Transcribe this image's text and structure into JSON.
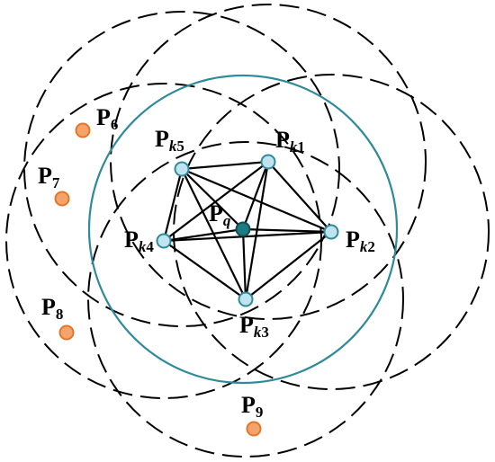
{
  "colors": {
    "background": "#ffffff",
    "dashed_circle": "#000000",
    "solid_circle": "#2f8a9a",
    "edge": "#000000",
    "neighbor_fill": "#bfe3ef",
    "neighbor_stroke": "#2f8a9a",
    "query_fill": "#1f7a82",
    "query_stroke": "#0f4f55",
    "outside_fill": "#f4a46b",
    "outside_stroke": "#e2762a"
  },
  "points": {
    "pk1": {
      "base": "P",
      "sub_italic": "k",
      "sub_rest": "1"
    },
    "pk2": {
      "base": "P",
      "sub_italic": "k",
      "sub_rest": "2"
    },
    "pk3": {
      "base": "P",
      "sub_italic": "k",
      "sub_rest": "3"
    },
    "pk4": {
      "base": "P",
      "sub_italic": "k",
      "sub_rest": "4"
    },
    "pk5": {
      "base": "P",
      "sub_italic": "k",
      "sub_rest": "5"
    },
    "pq": {
      "base": "P",
      "sub_italic": "q",
      "sub_rest": ""
    },
    "p6": {
      "base": "P",
      "sub_italic": "",
      "sub_rest": "6"
    },
    "p7": {
      "base": "P",
      "sub_italic": "",
      "sub_rest": "7"
    },
    "p8": {
      "base": "P",
      "sub_italic": "",
      "sub_rest": "8"
    },
    "p9": {
      "base": "P",
      "sub_italic": "",
      "sub_rest": "9"
    }
  }
}
